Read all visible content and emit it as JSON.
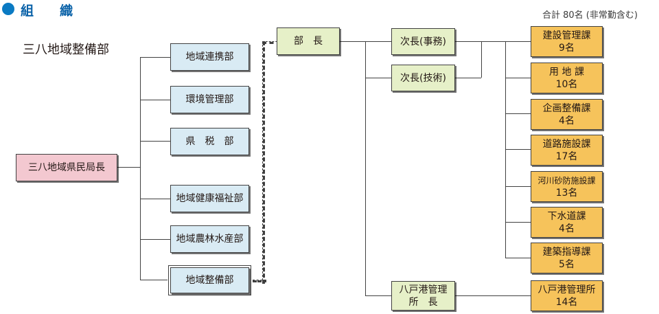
{
  "header": {
    "title": "組　　織",
    "total_note": "合計 80名 (非常勤含む)",
    "org_name": "三八地域整備部",
    "accent_color": "#0a7ac3"
  },
  "diagram": {
    "director": "三八地域県民局長",
    "departments": [
      "地域連携部",
      "環境管理部",
      "県　税　部",
      "地域健康福祉部",
      "地域農林水産部",
      "地域整備部"
    ],
    "head": "部　長",
    "deputies": [
      "次長(事務)",
      "次長(技術)"
    ],
    "port_manager": "八戸港管理\n所　長",
    "sections": [
      {
        "name": "建設管理課",
        "staff": "9名"
      },
      {
        "name": "用 地 課",
        "staff": "10名"
      },
      {
        "name": "企画整備課",
        "staff": "4名"
      },
      {
        "name": "道路施設課",
        "staff": "17名"
      },
      {
        "name": "河川砂防施設課",
        "staff": "13名"
      },
      {
        "name": "下水道課",
        "staff": "4名"
      },
      {
        "name": "建築指導課",
        "staff": "5名"
      },
      {
        "name": "八戸港管理所",
        "staff": "14名"
      }
    ]
  }
}
